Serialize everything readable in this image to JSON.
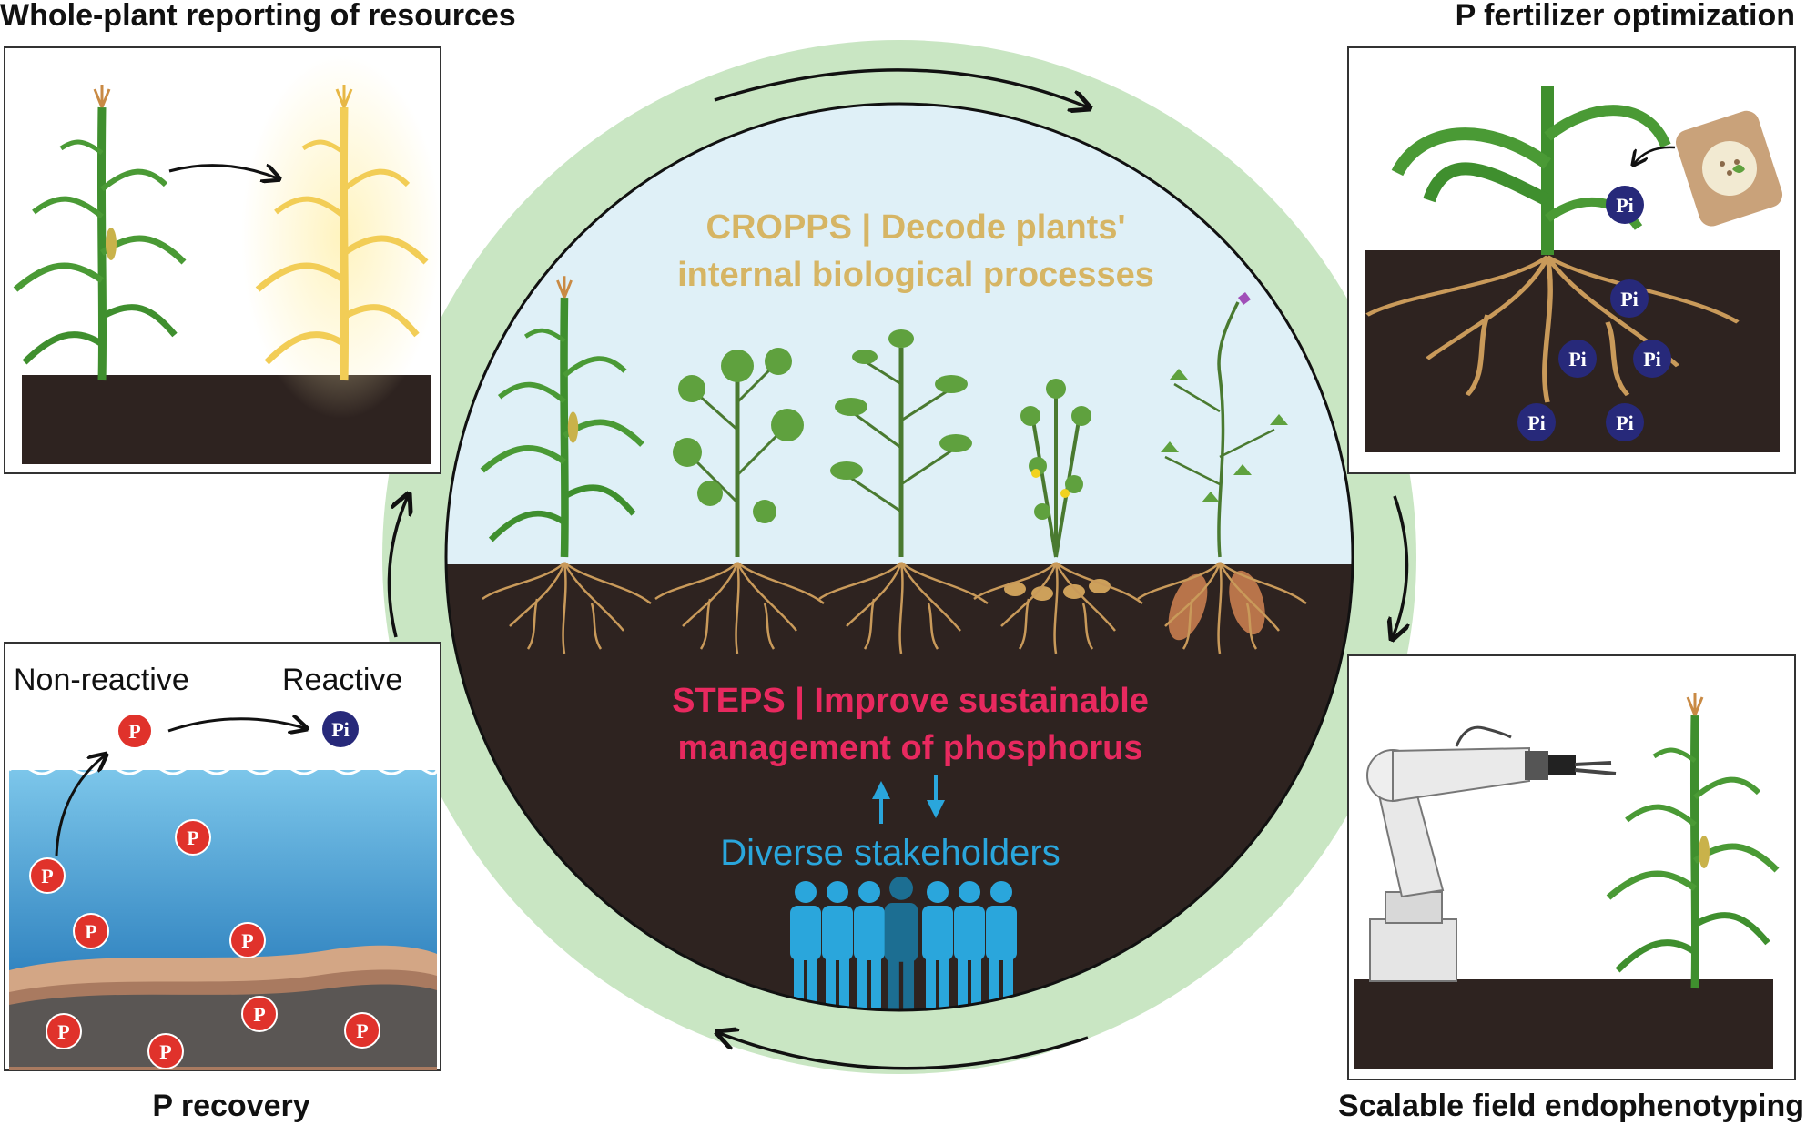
{
  "titles": {
    "top_left": "Whole-plant reporting of resources",
    "top_right": "P fertilizer optimization",
    "bottom_left": "P recovery",
    "bottom_right": "Scalable field endophenotyping"
  },
  "center": {
    "cropps_line1": "CROPPS | Decode plants'",
    "cropps_line2": "internal biological processes",
    "steps_line1": "STEPS | Improve sustainable",
    "steps_line2": "management of phosphorus",
    "stakeholders": "Diverse stakeholders"
  },
  "p_recovery": {
    "non_reactive": "Non-reactive",
    "reactive": "Reactive",
    "p_symbol": "P",
    "pi_symbol": "Pi"
  },
  "fertilizer": {
    "pi_symbol": "Pi"
  },
  "colors": {
    "ring": "#c9e6c3",
    "sky": "#dff0f7",
    "soil": "#2e2320",
    "cropps_text": "#d6b564",
    "steps_text": "#e8295f",
    "stakeholder_blue": "#2aa6dc",
    "p_red": "#e0322b",
    "pi_navy": "#27297a",
    "water": "#4fa9d6",
    "leaf": "#3f8f2e",
    "gold": "#f2cd56"
  },
  "icons": [
    "maize-plant-icon",
    "glowing-maize-icon",
    "fertilizer-bag-icon",
    "root-system-icon",
    "robot-arm-icon",
    "people-group-icon",
    "cotton-plant-icon",
    "tomato-plant-icon",
    "peanut-plant-icon",
    "sweet-potato-plant-icon"
  ]
}
